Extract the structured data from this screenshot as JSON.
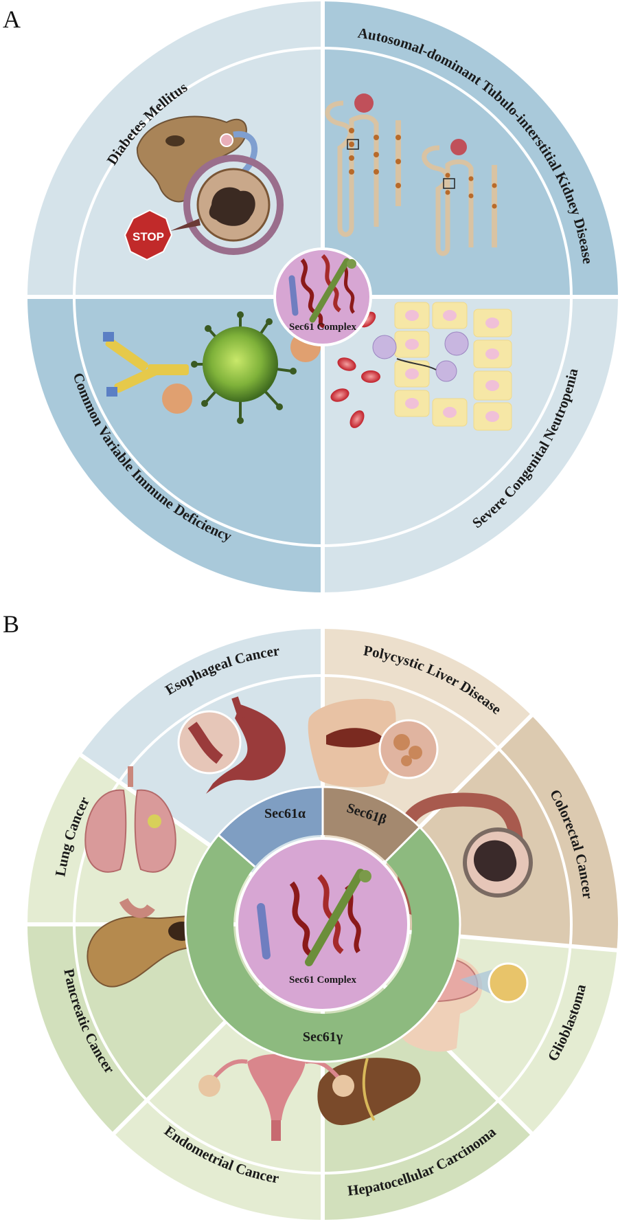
{
  "panels": {
    "a": {
      "letter": "A",
      "center_label": "Sec61 Complex",
      "diseases": [
        "Diabetes Mellitus",
        "Autosomal-dominant Tubulo-interstitial Kidney Disease",
        "Common Variable Immune Deficiency",
        "Severe Congenital Neutropenia"
      ],
      "stop_sign": "STOP"
    },
    "b": {
      "letter": "B",
      "center_label": "Sec61 Complex",
      "subunits": [
        "Sec61α",
        "Sec61β",
        "Sec61γ"
      ],
      "diseases": [
        "Esophageal Cancer",
        "Polycystic Liver Disease",
        "Colorectal Cancer",
        "Glioblastoma",
        "Hepatocellular Carcinoma",
        "Endometrial Cancer",
        "Pancreatic Cancer",
        "Lung Cancer"
      ]
    }
  },
  "colors": {
    "light_blue": "#d5e3ea",
    "mid_blue": "#a9c9da",
    "outline_blue": "#8fb5cc",
    "center_pink": "#d7a6d3",
    "sec61_alpha": "#7f9ec2",
    "sec61_beta": "#a4896f",
    "sec61_gamma": "#8dba7f",
    "tan": "#ecdfcc",
    "tan_dark": "#dccab0",
    "green_light": "#e4ecd2",
    "green_mid": "#d2e0bc"
  }
}
